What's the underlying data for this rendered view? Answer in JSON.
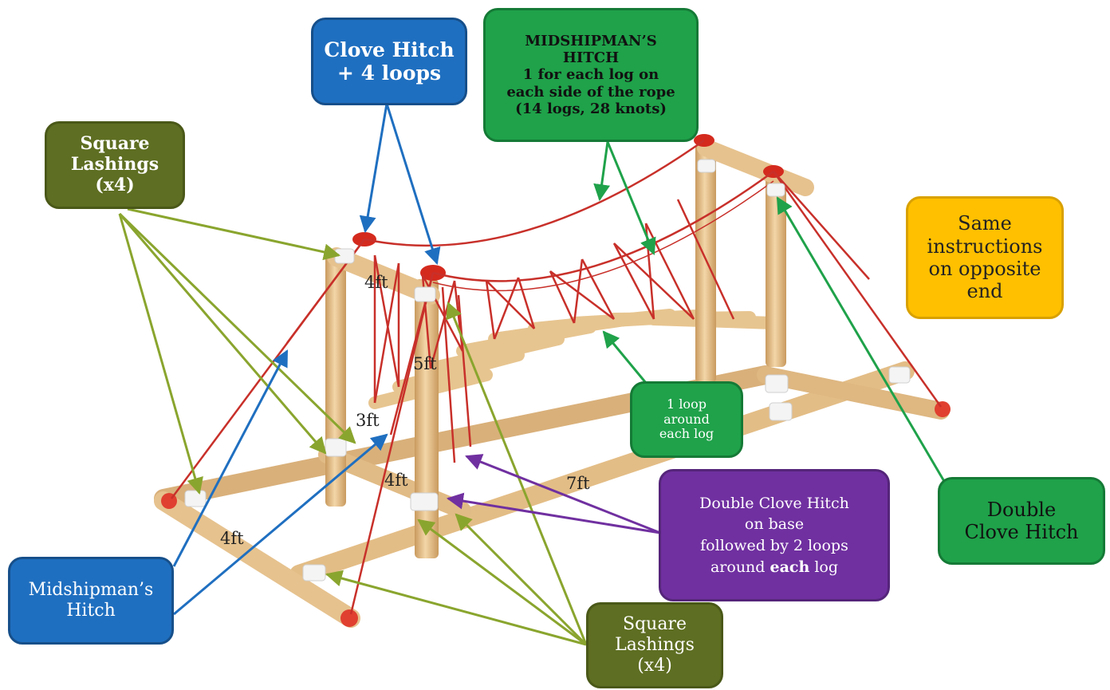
{
  "callouts": {
    "clove_hitch_top": {
      "lines": [
        "Clove Hitch",
        "+ 4 loops"
      ]
    },
    "midshipman_top": {
      "lines": [
        "MIDSHIPMAN’S",
        "HITCH",
        "1 for each log on",
        "each side of the rope",
        "(14 logs, 28 knots)"
      ]
    },
    "square_lashings_left": {
      "lines": [
        "Square",
        "Lashings",
        "(x4)"
      ]
    },
    "same_instructions": {
      "lines": [
        "Same",
        "instructions",
        "on opposite",
        "end"
      ]
    },
    "loop_each_log": {
      "lines": [
        "1 loop",
        "around",
        "each log"
      ]
    },
    "double_clove_base": {
      "line1": "Double Clove Hitch",
      "line2": "on base",
      "line3": "followed by 2 loops",
      "line4_pre": "around ",
      "line4_bold": "each",
      "line4_post": " log"
    },
    "double_clove_hitch": {
      "lines": [
        "Double",
        "Clove Hitch"
      ]
    },
    "midshipman_left": {
      "lines": [
        "Midshipman’s",
        "Hitch"
      ]
    },
    "square_lashings_bottom": {
      "lines": [
        "Square",
        "Lashings",
        "(x4)"
      ]
    }
  },
  "dimensions": {
    "d_4ft_top": "4ft",
    "d_5ft": "5ft",
    "d_3ft": "3ft",
    "d_4ft_mid": "4ft",
    "d_7ft": "7ft",
    "d_4ft_base": "4ft"
  },
  "colors": {
    "olive": "#5e6e22",
    "blue": "#1f6fc0",
    "green": "#1fa24a",
    "purple": "#7030a0",
    "yellow": "#ffc000",
    "wood": "#e9c48e",
    "rope": "#c8302a",
    "arrow_olive": "#8aa52e",
    "arrow_blue": "#1f6fc0",
    "arrow_green": "#1fa24a",
    "arrow_purple": "#7030a0"
  }
}
